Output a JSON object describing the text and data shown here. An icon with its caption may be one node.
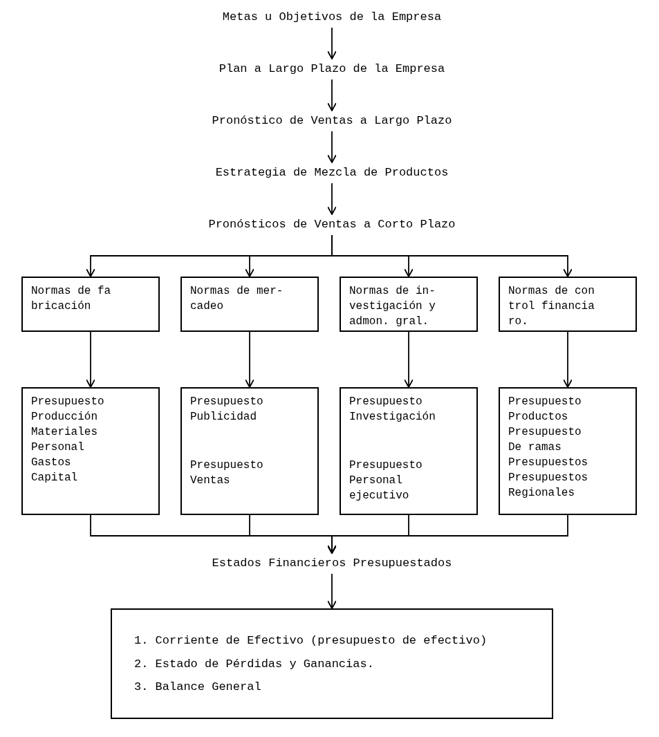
{
  "diagram": {
    "nodes": [
      {
        "text": [
          "Metas u Objetivos de la Empresa"
        ]
      },
      {
        "text": [
          "Plan a Largo Plazo de la Empresa"
        ]
      },
      {
        "text": [
          "Pronóstico de Ventas a Largo Plazo"
        ]
      },
      {
        "text": [
          "Estrategia de Mezcla de Productos"
        ]
      },
      {
        "text": [
          "Pronósticos de Ventas a Corto Plazo"
        ]
      },
      {
        "text": [
          "Normas de fa bricación"
        ]
      },
      {
        "text": [
          "Normas de mer- cadeo"
        ]
      },
      {
        "text": [
          "Normas de in- vestigación y admon. gral."
        ]
      },
      {
        "text": [
          "Normas de con trol financia ro."
        ]
      },
      {
        "text": [
          "Presupuesto",
          "Producción",
          "Materiales",
          "Personal",
          "Gastos",
          "Capital"
        ]
      },
      {
        "text": [
          "Presupuesto Publicidad",
          "Presupuesto Ventas"
        ]
      },
      {
        "text": [
          "Presupuesto Investigación",
          "Presupuesto Personal ejecutivo"
        ]
      },
      {
        "text": [
          "Presupuesto",
          "Productos",
          "Presupuesto",
          "De ramas",
          "Presupuestos",
          "Presupuestos",
          "Regionales"
        ]
      },
      {
        "text": [
          "Estados Financieros Presupuestados"
        ]
      },
      {
        "text": [
          "1. Corriente de Efectivo (presupuesto de efectivo)",
          "2. Estado de Pérdidas y Ganancias.",
          "3. Balance General"
        ]
      }
    ],
    "edges": [
      {
        "from": 0,
        "to": 1,
        "arrow": "to"
      },
      {
        "from": 1,
        "to": 2,
        "arrow": "to"
      },
      {
        "from": 2,
        "to": 3,
        "arrow": "to"
      },
      {
        "from": 3,
        "to": 4,
        "arrow": "to"
      },
      {
        "from": 4,
        "to": 5,
        "arrow": "to"
      },
      {
        "from": 4,
        "to": 6,
        "arrow": "to"
      },
      {
        "from": 4,
        "to": 7,
        "arrow": "to"
      },
      {
        "from": 4,
        "to": 8,
        "arrow": "to"
      },
      {
        "from": 5,
        "to": 9,
        "arrow": "to"
      },
      {
        "from": 6,
        "to": 10,
        "arrow": "to"
      },
      {
        "from": 7,
        "to": 11,
        "arrow": "to"
      },
      {
        "from": 8,
        "to": 12,
        "arrow": "to"
      },
      {
        "from": 9,
        "to": 13,
        "arrow": "to"
      },
      {
        "from": 10,
        "to": 13,
        "arrow": "to"
      },
      {
        "from": 11,
        "to": 13,
        "arrow": "to"
      },
      {
        "from": 12,
        "to": 13,
        "arrow": "to"
      },
      {
        "from": 13,
        "to": 14,
        "arrow": "to"
      }
    ]
  }
}
